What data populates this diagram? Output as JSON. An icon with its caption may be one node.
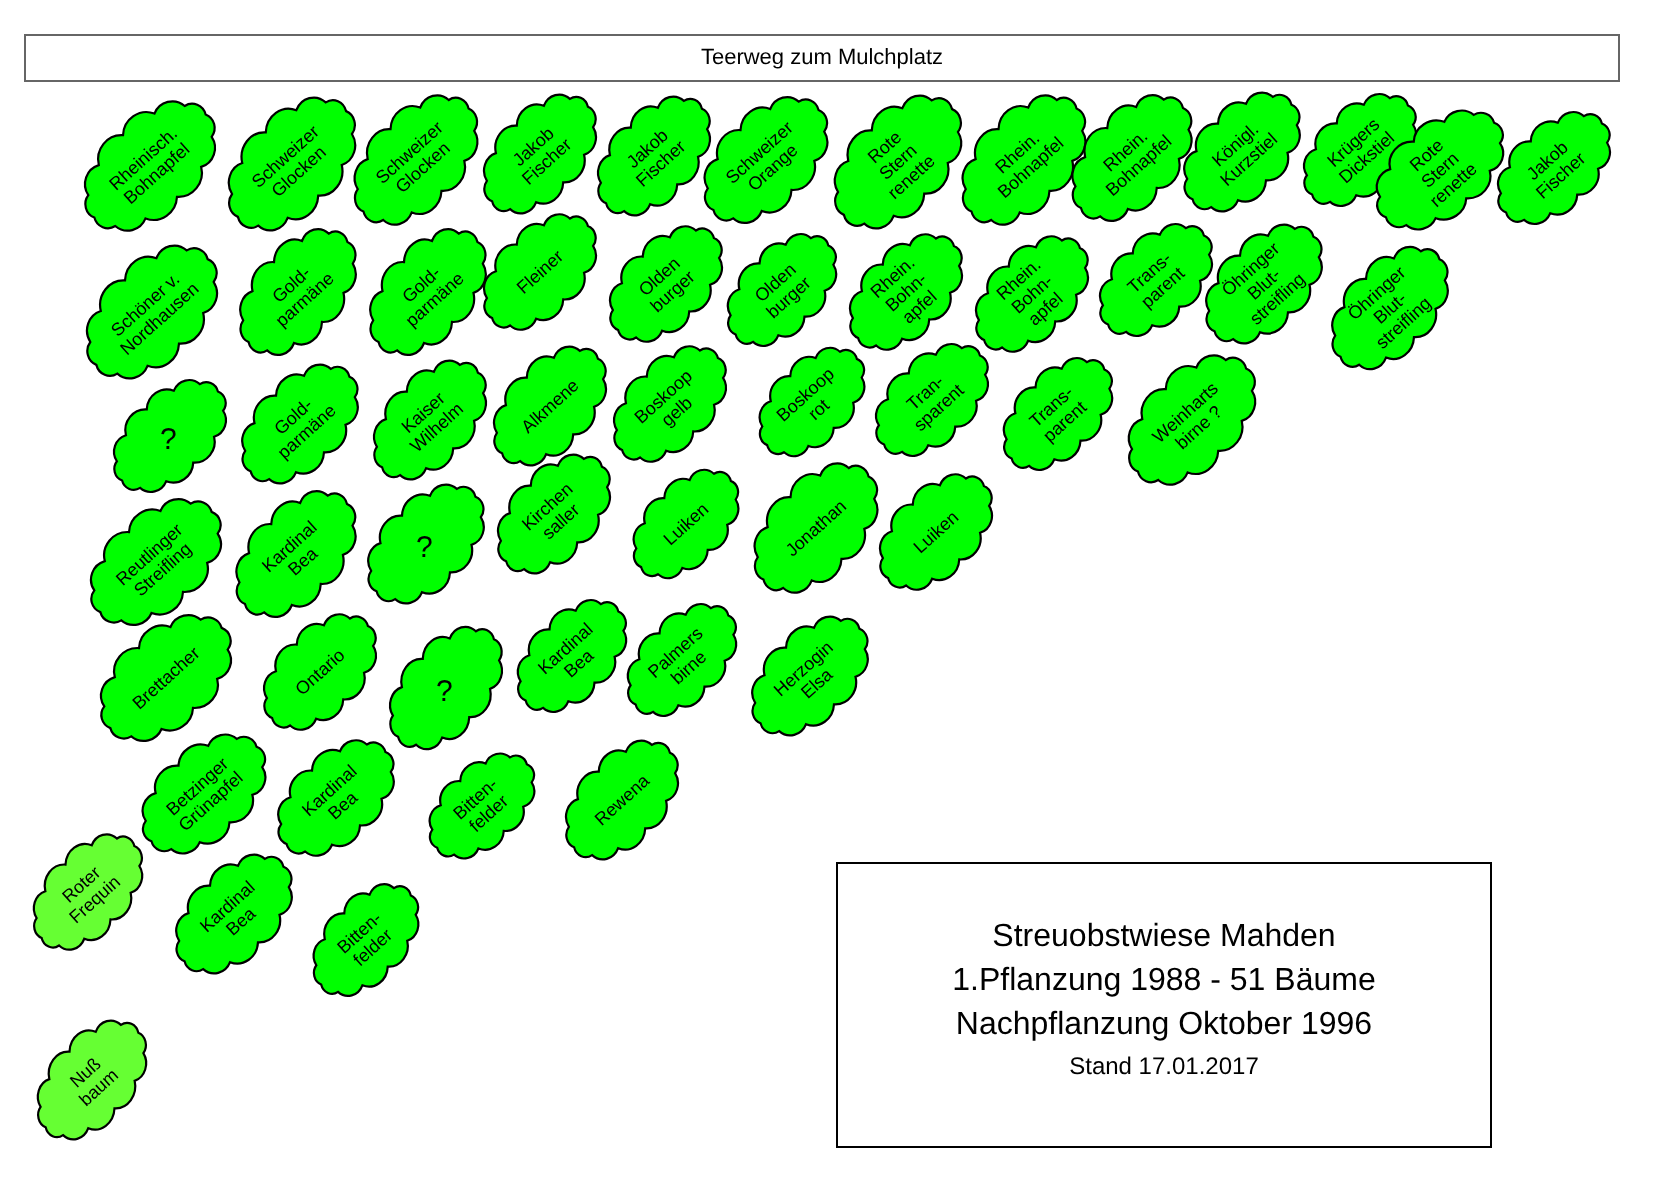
{
  "diagram": {
    "nodes": [
      {
        "text": [
          "Teerweg zum Mulchplatz"
        ]
      },
      {
        "text": [
          "Rheinisch. Bohnapfel"
        ]
      },
      {
        "text": [
          "Schweizer Glocken"
        ]
      },
      {
        "text": [
          "Schweizer Glocken"
        ]
      },
      {
        "text": [
          "Jakob Fischer"
        ]
      },
      {
        "text": [
          "Jakob Fischer"
        ]
      },
      {
        "text": [
          "Schweizer Orange"
        ]
      },
      {
        "text": [
          "Rote Stern renette"
        ]
      },
      {
        "text": [
          "Rhein. Bohnapfel"
        ]
      },
      {
        "text": [
          "Rhein. Bohnapfel"
        ]
      },
      {
        "text": [
          "Königl. Kurzstiel"
        ]
      },
      {
        "text": [
          "Krügers Dickstiel"
        ]
      },
      {
        "text": [
          "Rote Stern renette"
        ]
      },
      {
        "text": [
          "Jakob Fischer"
        ]
      },
      {
        "text": [
          "Schöner v. Nordhausen"
        ]
      },
      {
        "text": [
          "Gold- parmäne"
        ]
      },
      {
        "text": [
          "Gold- parmäne"
        ]
      },
      {
        "text": [
          "Fleiner"
        ]
      },
      {
        "text": [
          "Olden burger"
        ]
      },
      {
        "text": [
          "Olden burger"
        ]
      },
      {
        "text": [
          "Rhein. Bohn- apfel"
        ]
      },
      {
        "text": [
          "Rhein. Bohn- apfel"
        ]
      },
      {
        "text": [
          "Trans- parent"
        ]
      },
      {
        "text": [
          "Öhringer Blut- streifling"
        ]
      },
      {
        "text": [
          "Öhringer Blut- streifling"
        ]
      },
      {
        "text": [
          "?"
        ]
      },
      {
        "text": [
          "Gold- parmäne"
        ]
      },
      {
        "text": [
          "Kaiser Wilhelm"
        ]
      },
      {
        "text": [
          "Alkmene"
        ]
      },
      {
        "text": [
          "Boskoop gelb"
        ]
      },
      {
        "text": [
          "Boskoop rot"
        ]
      },
      {
        "text": [
          "Tran- sparent"
        ]
      },
      {
        "text": [
          "Trans- parent"
        ]
      },
      {
        "text": [
          "Weinharts birne ?"
        ]
      },
      {
        "text": [
          "Reutlinger Streifling"
        ]
      },
      {
        "text": [
          "Kardinal Bea"
        ]
      },
      {
        "text": [
          "?"
        ]
      },
      {
        "text": [
          "Kirchen saller"
        ]
      },
      {
        "text": [
          "Luiken"
        ]
      },
      {
        "text": [
          "Jonathan"
        ]
      },
      {
        "text": [
          "Luiken"
        ]
      },
      {
        "text": [
          "Brettacher"
        ]
      },
      {
        "text": [
          "Ontario"
        ]
      },
      {
        "text": [
          "?"
        ]
      },
      {
        "text": [
          "Kardinal Bea"
        ]
      },
      {
        "text": [
          "Palmers birne"
        ]
      },
      {
        "text": [
          "Herzogin Elsa"
        ]
      },
      {
        "text": [
          "Betzinger Grünapfel"
        ]
      },
      {
        "text": [
          "Kardinal Bea"
        ]
      },
      {
        "text": [
          "Bitten- felder"
        ]
      },
      {
        "text": [
          "Rewena"
        ]
      },
      {
        "text": [
          "Roter Frequin"
        ]
      },
      {
        "text": [
          "Kardinal Bea"
        ]
      },
      {
        "text": [
          "Bitten- felder"
        ]
      },
      {
        "text": [
          "Nuß baum"
        ]
      },
      {
        "text": [
          "Streuobstwiese Mahden",
          "1.Pflanzung 1988 - 51 Bäume",
          "Nachpflanzung Oktober 1996",
          "Stand 17.01.2017"
        ]
      }
    ]
  }
}
